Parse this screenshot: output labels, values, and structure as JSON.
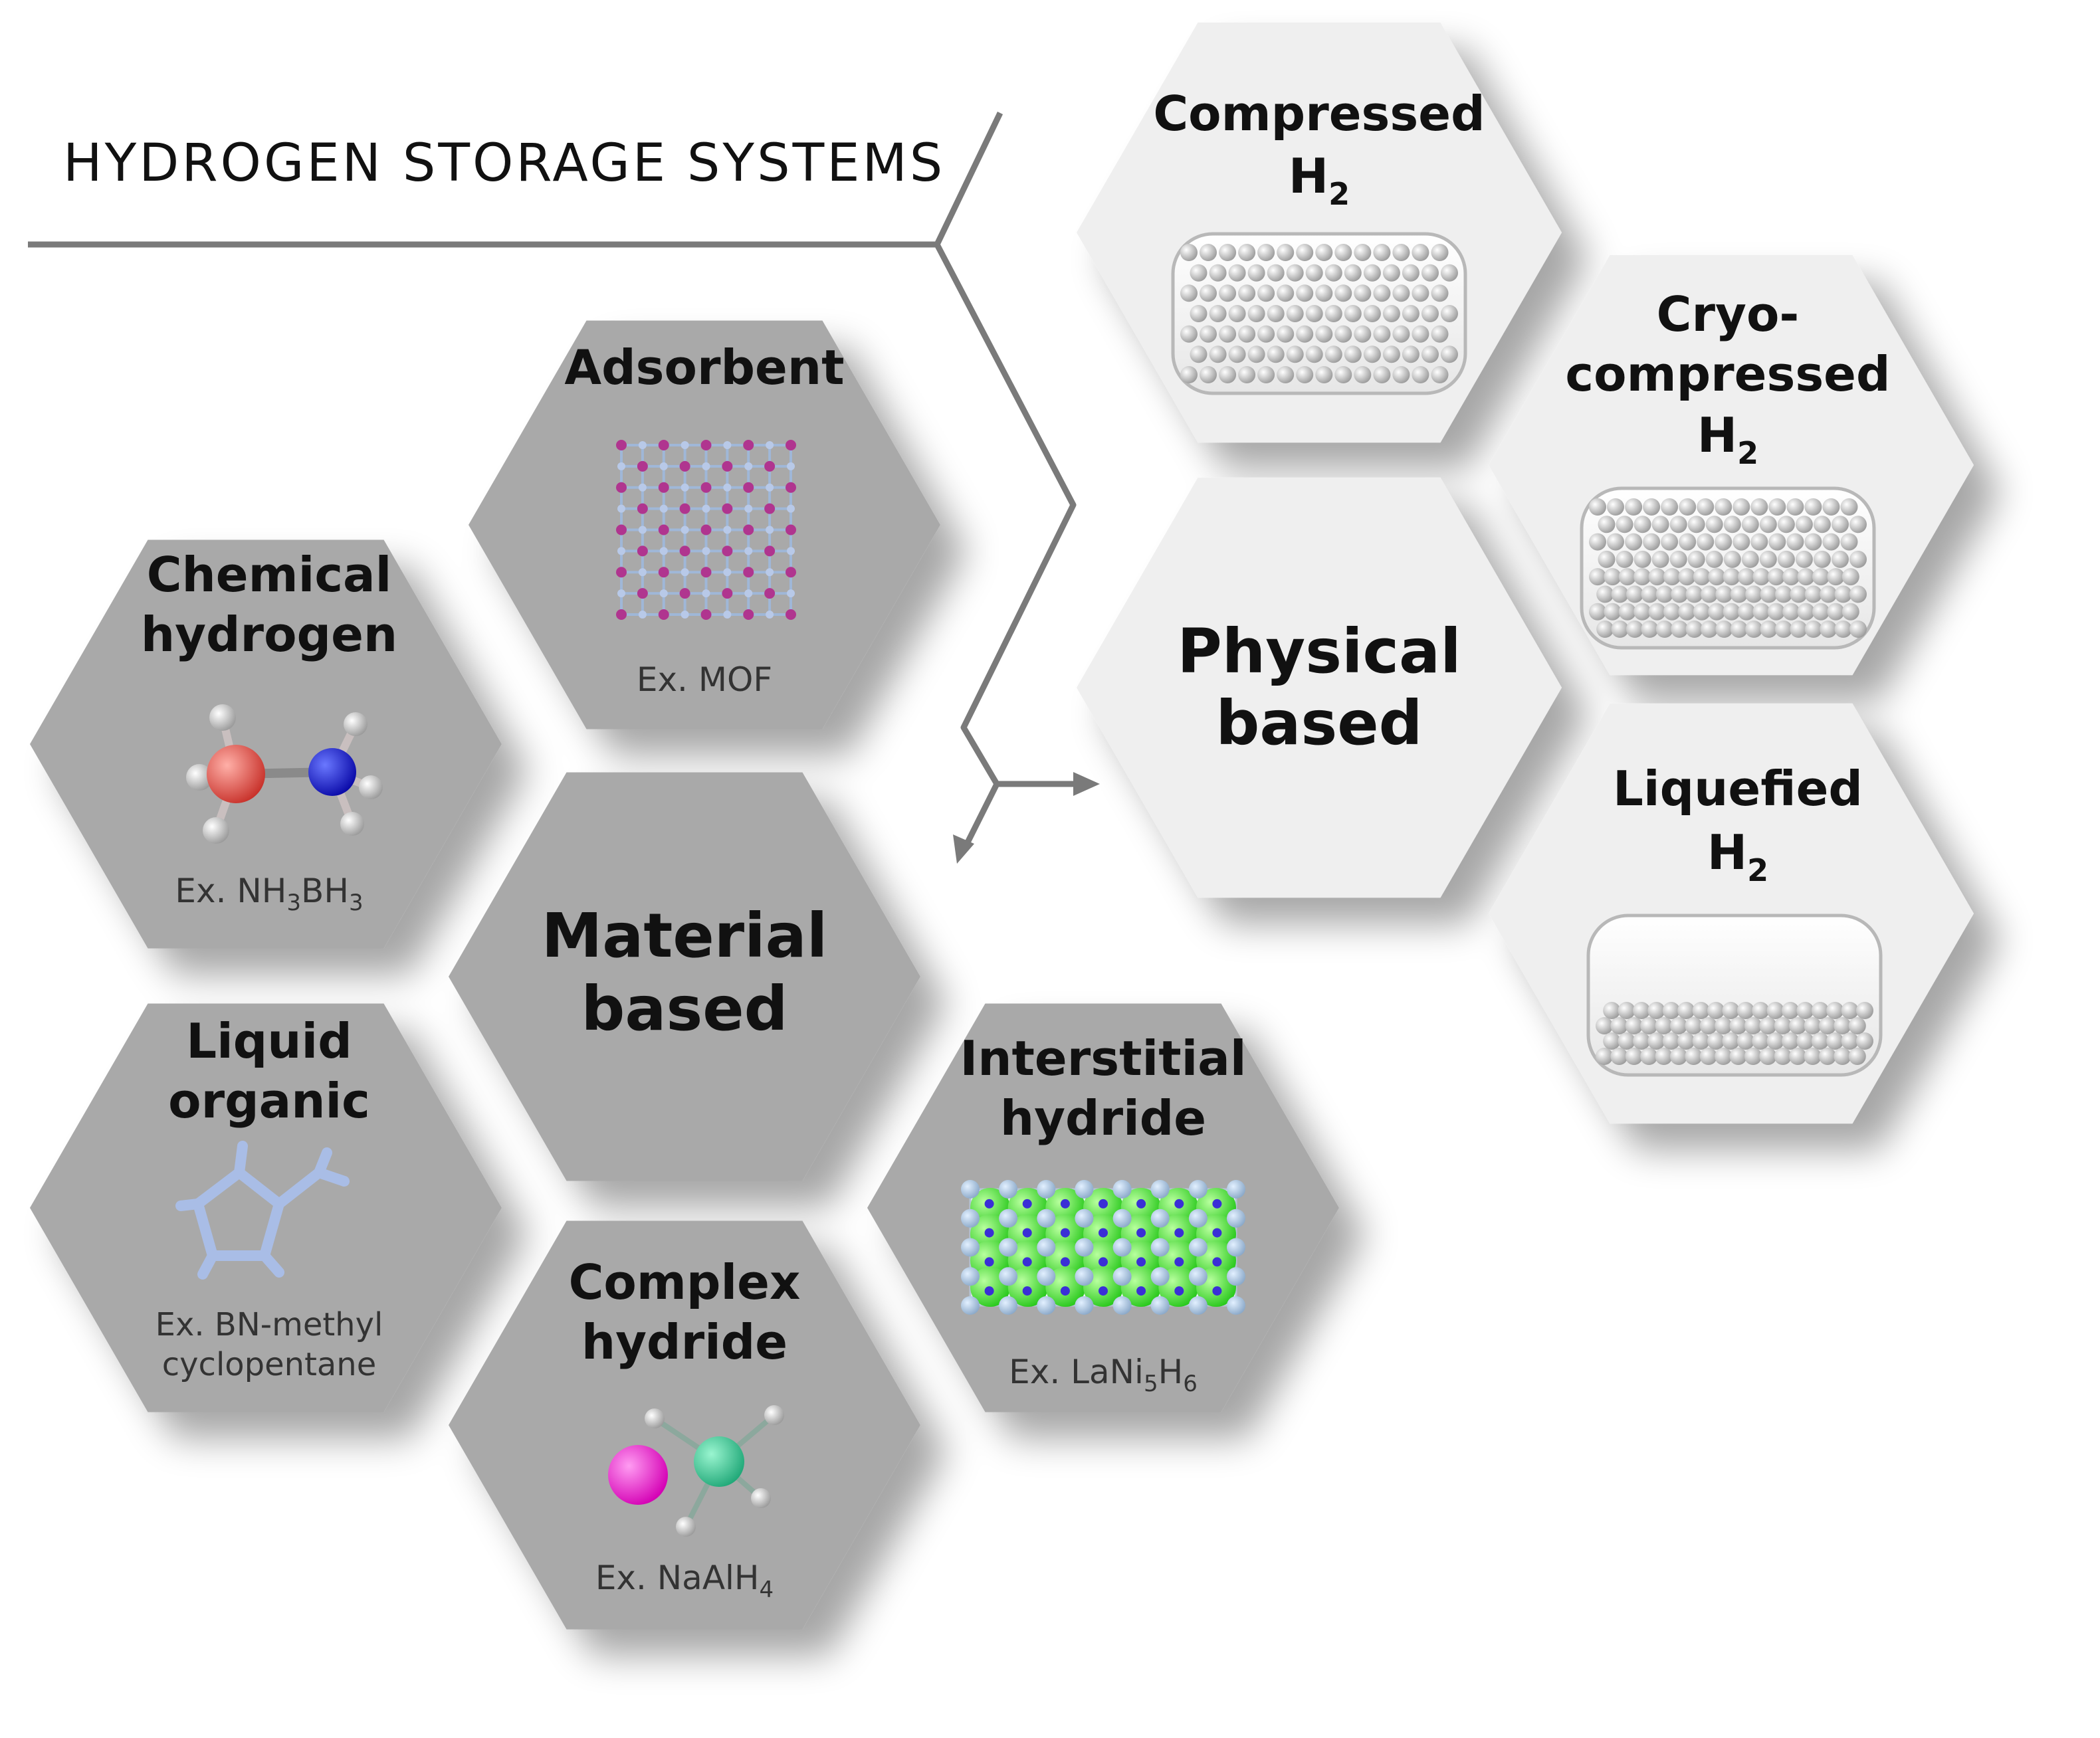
{
  "title": "HYDROGEN STORAGE SYSTEMS",
  "physical": {
    "center": {
      "line1": "Physical",
      "line2": "based"
    },
    "compressed": {
      "line1": "Compressed",
      "line2": "H",
      "sub": "2"
    },
    "cryo": {
      "line1": "Cryo-",
      "line2": "compressed",
      "line3": "H",
      "sub": "2"
    },
    "liquefied": {
      "line1": "Liquefied",
      "line2": "H",
      "sub": "2"
    }
  },
  "material": {
    "center": {
      "line1": "Material",
      "line2": "based"
    },
    "adsorbent": {
      "line1": "Adsorbent",
      "ex": "Ex. MOF"
    },
    "chemical": {
      "line1": "Chemical",
      "line2": "hydrogen",
      "ex": "Ex. NH",
      "ex_sub1": "3",
      "ex_mid": "BH",
      "ex_sub2": "3"
    },
    "liquid": {
      "line1": "Liquid",
      "line2": "organic",
      "ex1": "Ex. BN-methyl",
      "ex2": "cyclopentane"
    },
    "complex": {
      "line1": "Complex",
      "line2": "hydride",
      "ex": "Ex. NaAlH",
      "ex_sub": "4"
    },
    "interstitial": {
      "line1": "Interstitial",
      "line2": "hydride",
      "ex": "Ex. LaNi",
      "ex_sub1": "5",
      "ex_mid": "H",
      "ex_sub2": "6"
    }
  },
  "colors": {
    "material_hex": "#a9a9a9",
    "physical_hex": "#efefef",
    "line": "#7a7a7a"
  }
}
